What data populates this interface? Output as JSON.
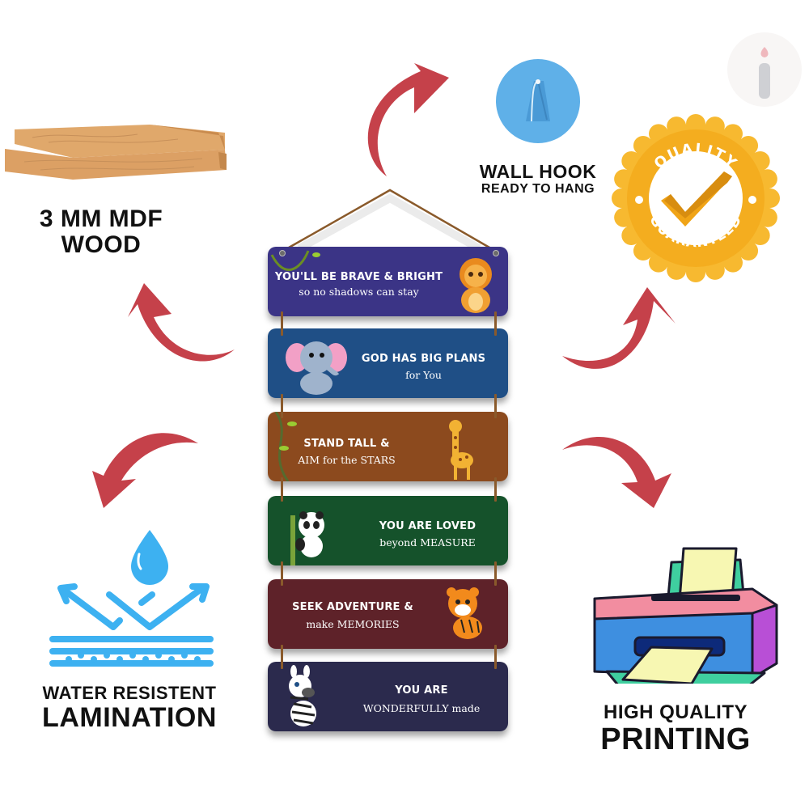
{
  "brand": {
    "logo_icon": "info-i-logo-icon"
  },
  "features": {
    "wood": {
      "line1": "3 MM MDF",
      "line2": "WOOD",
      "icon": "wood-planks-icon"
    },
    "hook": {
      "line1": "WALL HOOK",
      "line2": "READY TO HANG",
      "icon": "wall-hook-icon"
    },
    "quality": {
      "badge_top": "QUALITY",
      "badge_bottom": "GUARANTEED",
      "icon": "quality-guaranteed-badge-icon"
    },
    "lamination": {
      "line1": "WATER RESISTENT",
      "line2": "LAMINATION",
      "icon": "water-resistant-icon"
    },
    "printing": {
      "line1": "HIGH QUALITY",
      "line2": "PRINTING",
      "icon": "printer-icon"
    }
  },
  "arrows": {
    "color": "#c5414a"
  },
  "boards": [
    {
      "title": "YOU'LL BE BRAVE & BRIGHT",
      "subtitle": "so no shadows can stay",
      "animal": "lion",
      "color": "#3b3486"
    },
    {
      "title": "GOD HAS BIG PLANS",
      "subtitle": "for You",
      "animal": "elephant",
      "color": "#1f4f86"
    },
    {
      "title": "STAND TALL &",
      "subtitle": "AIM for the STARS",
      "animal": "giraffe",
      "color": "#8c4a1e"
    },
    {
      "title": "YOU ARE LOVED",
      "subtitle": "beyond MEASURE",
      "animal": "panda",
      "color": "#15522b"
    },
    {
      "title": "SEEK ADVENTURE &",
      "subtitle": "make MEMORIES",
      "animal": "tiger",
      "color": "#5e2229"
    },
    {
      "title": "YOU ARE",
      "subtitle": "WONDERFULLY made",
      "animal": "zebra",
      "color": "#2b2a4d"
    }
  ]
}
